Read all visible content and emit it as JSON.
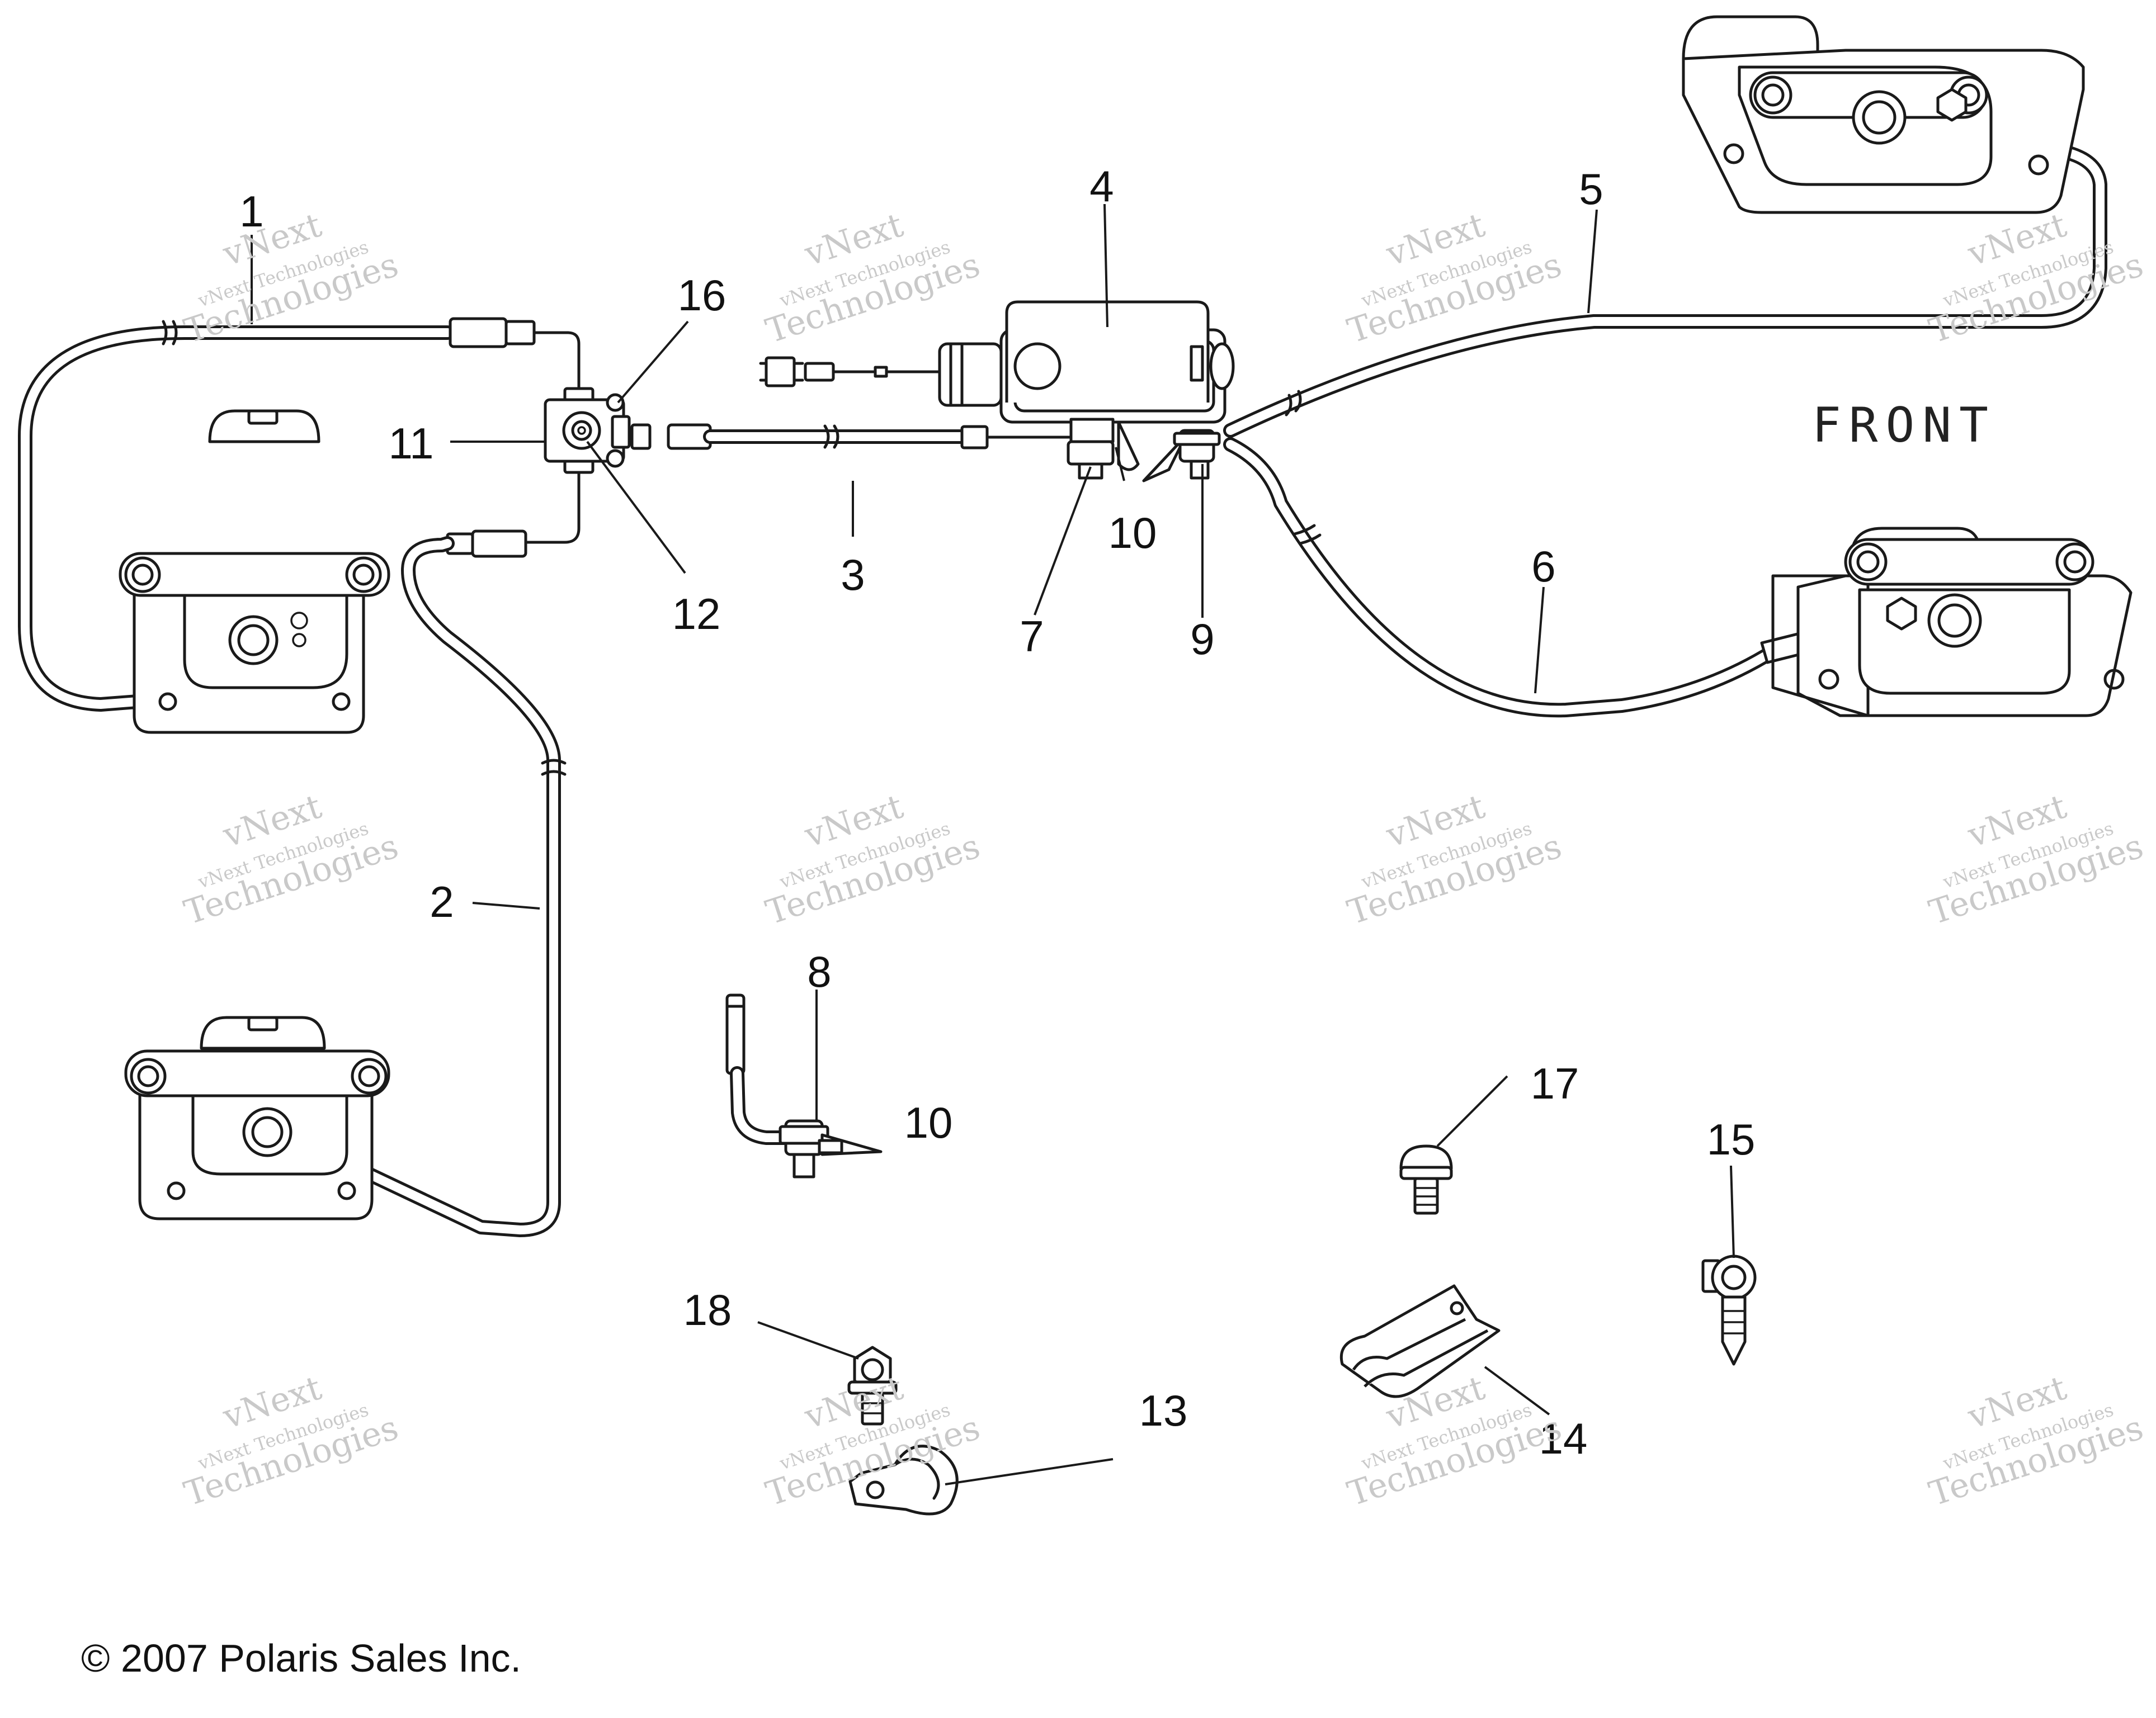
{
  "diagram": {
    "orientation_label": "FRONT",
    "copyright": "© 2007 Polaris Sales Inc.",
    "watermark": {
      "line1": "vNext",
      "line2": "vNext Technologies",
      "line3": "Technologies"
    },
    "callouts": [
      "1",
      "2",
      "3",
      "4",
      "5",
      "6",
      "7",
      "8",
      "9",
      "10",
      "10",
      "11",
      "12",
      "13",
      "14",
      "15",
      "16",
      "17",
      "18"
    ],
    "colors": {
      "line": "#1a1a1a",
      "watermark": "#c9c9c9",
      "background": "#ffffff"
    }
  }
}
